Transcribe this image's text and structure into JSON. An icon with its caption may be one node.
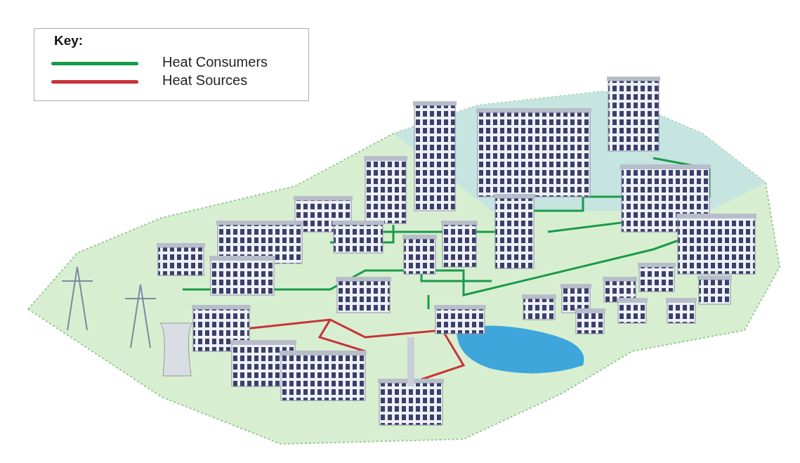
{
  "diagram": {
    "labels": [
      "Key:"
    ],
    "legend": [
      {
        "text": "Heat Consumers",
        "color": "#1a9a4a"
      },
      {
        "text": "Heat Sources",
        "color": "#c8323a"
      }
    ]
  }
}
